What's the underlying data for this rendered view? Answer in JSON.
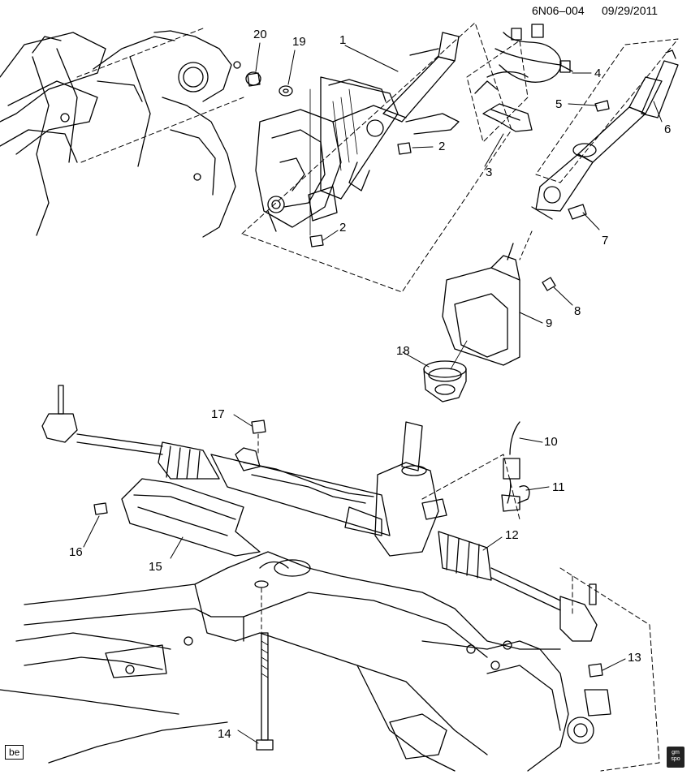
{
  "header": {
    "code": "6N06–004",
    "date": "09/29/2011"
  },
  "callouts": [
    {
      "id": "c1",
      "text": "1"
    },
    {
      "id": "c2a",
      "text": "2"
    },
    {
      "id": "c2b",
      "text": "2"
    },
    {
      "id": "c3",
      "text": "3"
    },
    {
      "id": "c4",
      "text": "4"
    },
    {
      "id": "c5",
      "text": "5"
    },
    {
      "id": "c6",
      "text": "6"
    },
    {
      "id": "c7",
      "text": "7"
    },
    {
      "id": "c8",
      "text": "8"
    },
    {
      "id": "c9",
      "text": "9"
    },
    {
      "id": "c10",
      "text": "10"
    },
    {
      "id": "c11",
      "text": "11"
    },
    {
      "id": "c12",
      "text": "12"
    },
    {
      "id": "c13",
      "text": "13"
    },
    {
      "id": "c14",
      "text": "14"
    },
    {
      "id": "c15",
      "text": "15"
    },
    {
      "id": "c16",
      "text": "16"
    },
    {
      "id": "c17",
      "text": "17"
    },
    {
      "id": "c18",
      "text": "18"
    },
    {
      "id": "c19",
      "text": "19"
    },
    {
      "id": "c20",
      "text": "20"
    }
  ],
  "footer": {
    "badge": "be",
    "logo_top": "gm",
    "logo_bottom": "spo"
  },
  "colors": {
    "line": "#000000",
    "background": "#ffffff"
  }
}
